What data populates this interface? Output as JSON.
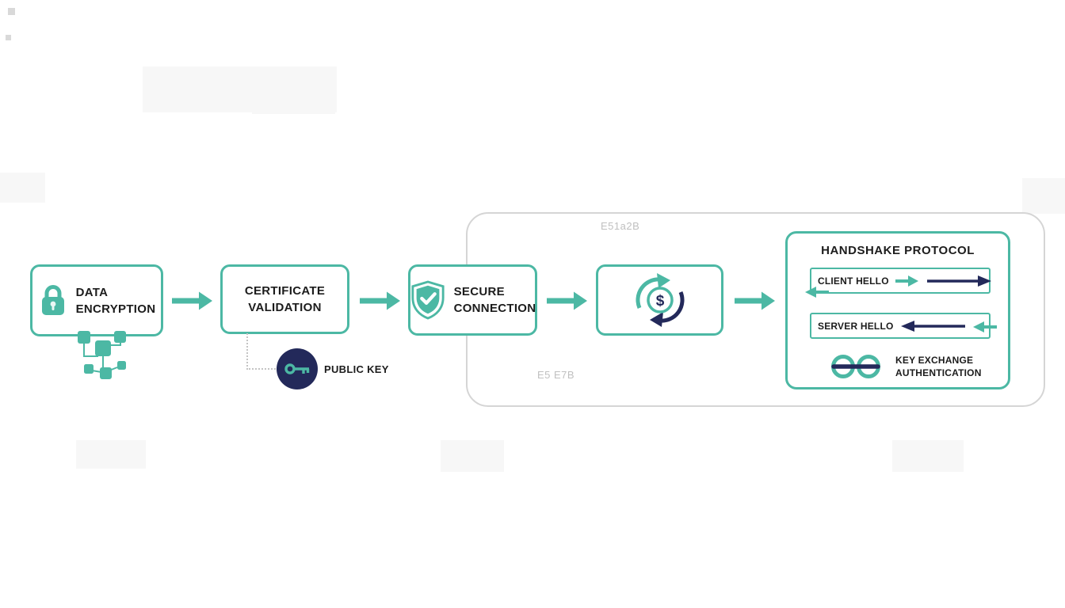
{
  "colors": {
    "teal": "#4cb8a4",
    "navy": "#23295a",
    "text": "#1c1c1c",
    "watermark_gray": "#c0c0c0",
    "outline_gray": "#d5d5d5"
  },
  "watermarks": {
    "top": "E51a2B",
    "bottom": "E5 E7B"
  },
  "steps": [
    {
      "line1": "DATA",
      "line2": "ENCRYPTION",
      "icon": "lock-icon"
    },
    {
      "line1": "CERTIFICATE",
      "line2": "VALIDATION"
    },
    {
      "line1": "SECURE",
      "line2": "CONNECTION",
      "icon": "shield-check-icon"
    },
    {
      "icon": "currency-exchange-icon"
    }
  ],
  "public_key": {
    "label": "PUBLIC KEY",
    "icon": "key-icon"
  },
  "exchange": {
    "symbol": "$"
  },
  "handshake": {
    "title": "HANDSHAKE PROTOCOL",
    "messages": [
      {
        "label": "CLIENT HELLO",
        "direction": "right"
      },
      {
        "label": "SERVER HELLO",
        "direction": "left"
      }
    ],
    "key_exchange": {
      "line1": "KEY EXCHANGE",
      "line2": "AUTHENTICATION",
      "icon": "linked-rings-icon"
    }
  }
}
